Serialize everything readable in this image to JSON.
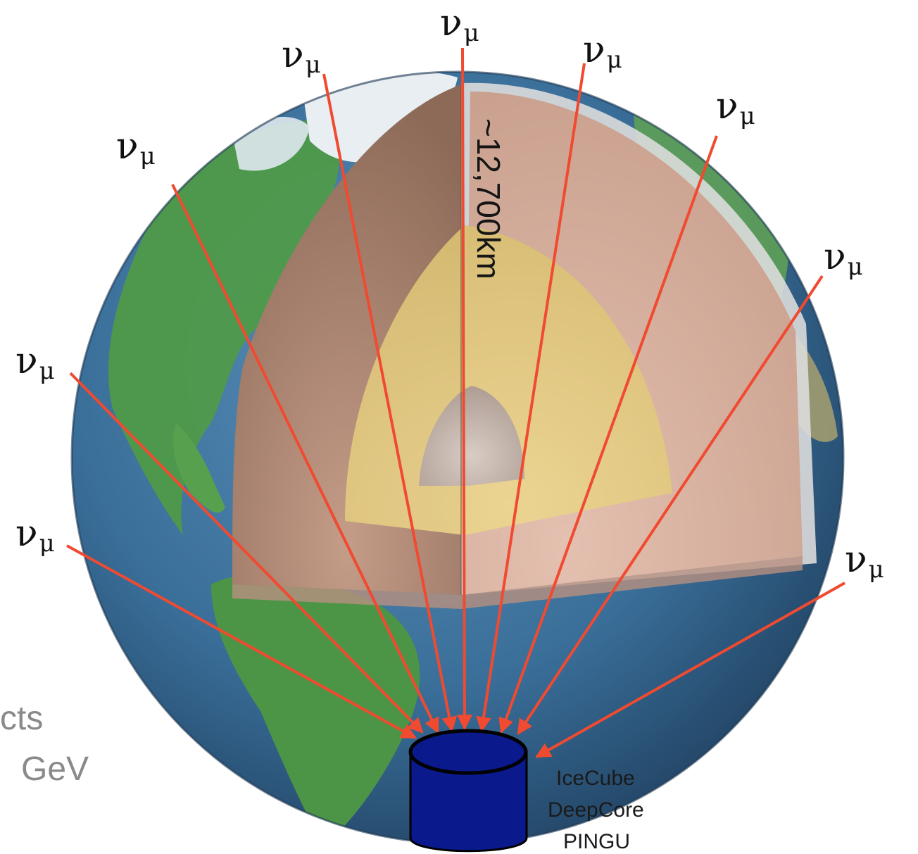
{
  "diagram": {
    "neutrino_symbol": "ν",
    "neutrino_subscript": "μ",
    "distance_label": "~12,700km",
    "detector_lines": [
      "IceCube",
      "DeepCore",
      "PINGU"
    ],
    "partial_text_lines": [
      "cts",
      "GeV"
    ],
    "colors": {
      "arrow": "#f04a30",
      "detector_fill": "#0a1a8c",
      "detector_stroke": "#000000",
      "ocean": "#3a6f9a",
      "land": "#4f9a4a",
      "ice": "#e8eef2",
      "crust": "#d8d8d8",
      "mantle": "#a88572",
      "mantle_face": "#d8b0a0",
      "outer_core": "#e8cf88",
      "inner_core": "#c7b8b0"
    },
    "icons": [
      "earth-globe",
      "detector-cylinder",
      "red-arrow"
    ]
  }
}
